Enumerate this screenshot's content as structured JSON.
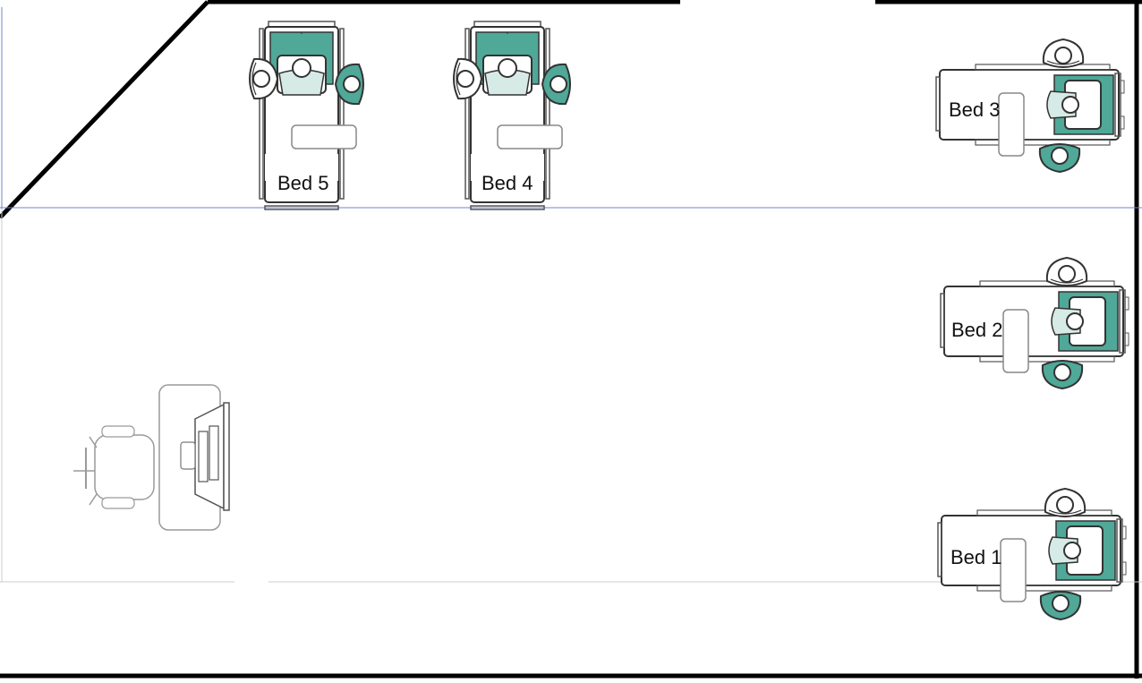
{
  "floor_plan": {
    "beds": [
      {
        "id": "bed-5",
        "label": "Bed 5",
        "orientation": "vertical"
      },
      {
        "id": "bed-4",
        "label": "Bed 4",
        "orientation": "vertical"
      },
      {
        "id": "bed-3",
        "label": "Bed 3",
        "orientation": "horizontal"
      },
      {
        "id": "bed-2",
        "label": "Bed 2",
        "orientation": "horizontal"
      },
      {
        "id": "bed-1",
        "label": "Bed 1",
        "orientation": "horizontal"
      }
    ],
    "furniture": [
      "desk",
      "office-chair",
      "computer-monitor"
    ],
    "colors": {
      "teal": "#4fa898",
      "mattress": "#ffffff",
      "outline": "#333333",
      "wall": "#000000",
      "zone_line": "#6f86c6",
      "faint": "#bbbbbb",
      "desk_outline": "#9a9a9a"
    }
  }
}
